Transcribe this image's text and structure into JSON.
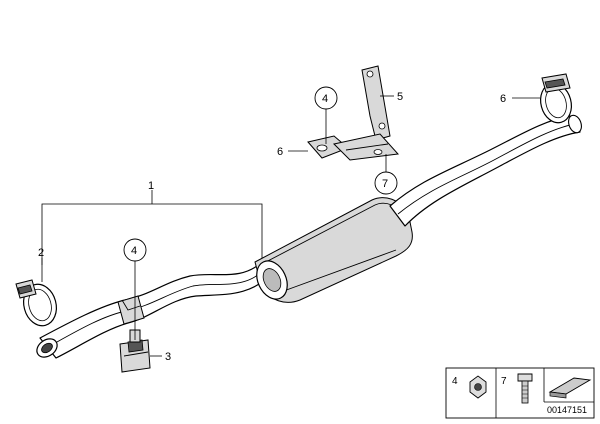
{
  "callouts": {
    "c1": "1",
    "c2": "2",
    "c3": "3",
    "c4_top": "4",
    "c4_left": "4",
    "c5": "5",
    "c6_left": "6",
    "c6_right": "6",
    "c7": "7"
  },
  "legend": {
    "item_4": "4",
    "item_7": "7"
  },
  "drawing_number": "00147151"
}
